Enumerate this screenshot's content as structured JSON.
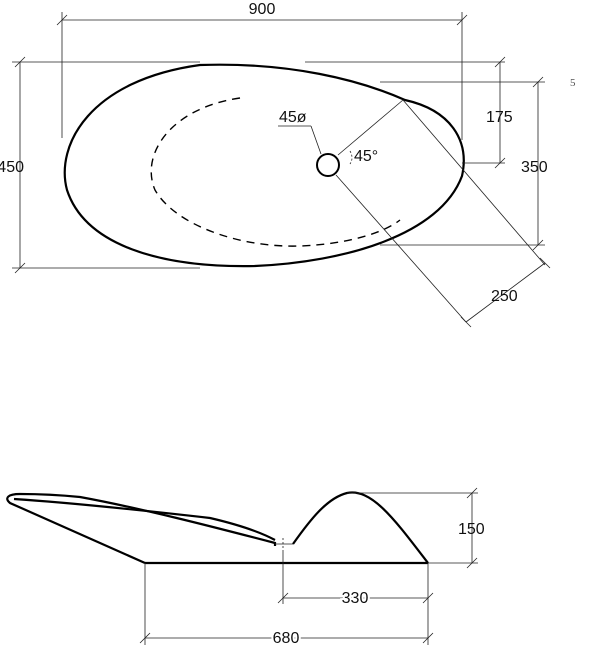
{
  "page_number": "5",
  "top_view": {
    "width": "900",
    "depth": "450",
    "inner_offset": "175",
    "inner_depth": "350",
    "rim": "250",
    "drain_diameter": "45ø",
    "angle": "45°"
  },
  "side_view": {
    "height": "150",
    "drain_position": "330",
    "base_length": "680"
  }
}
